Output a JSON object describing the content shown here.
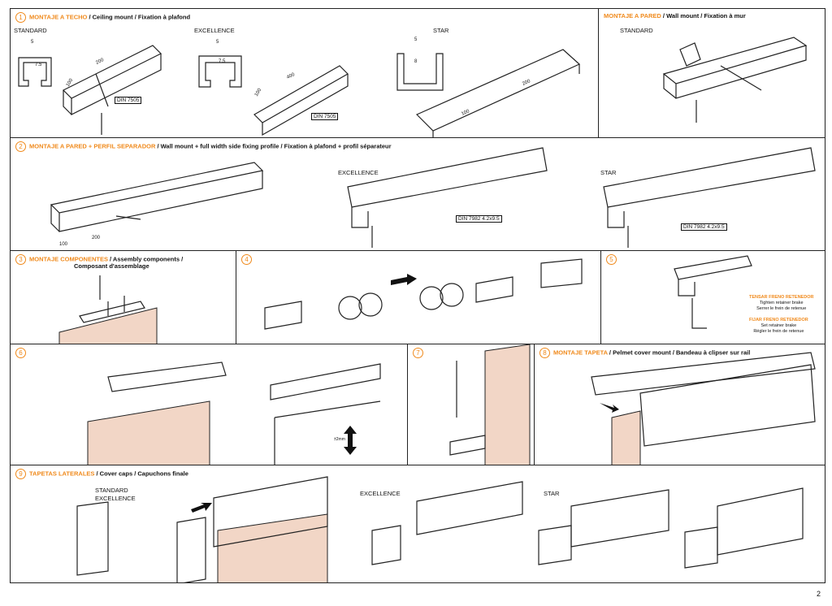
{
  "sections": {
    "s1": {
      "num": "1",
      "orange": "MONTAJE A TECHO",
      "rest": " / Ceiling mount / Fixation à plafond",
      "labels": {
        "standard": "STANDARD",
        "excellence": "EXCELLENCE",
        "star": "STAR"
      },
      "dims": {
        "d1": "200",
        "d2": "100",
        "d3": "400",
        "d4": "100",
        "d5": "200",
        "d6": "100",
        "s1": "5",
        "s2": "7.5",
        "e1": "5",
        "e2": "7.5",
        "t1": "5",
        "t2": "8"
      },
      "din": "DIN 7505"
    },
    "s1b": {
      "orange": "MONTAJE A PARED",
      "rest": " / Wall mount / Fixation à mur",
      "standard": "STANDARD"
    },
    "s2": {
      "num": "2",
      "orange": "MONTAJE A PARED + PERFIL SEPARADOR",
      "rest": " / Wall mount + full width side fixing profile / Fixation à plafond + profil séparateur",
      "excellence": "EXCELLENCE",
      "star": "STAR",
      "din": "DIN 7982 4.2x9.5",
      "d1": "100",
      "d2": "200"
    },
    "s3": {
      "num": "3",
      "orange": "MONTAJE COMPONENTES",
      "rest": " / Assembly components /",
      "line2": "Composant d'assemblage"
    },
    "s4": {
      "num": "4"
    },
    "s5": {
      "num": "5",
      "tight_o": "TENSAR FRENO RETENEDOR",
      "tight_en": "Tighten retainer brake",
      "tight_fr": "Serrer le frein de retenue",
      "set_o": "FIJAR FRENO RETENEDOR",
      "set_en": "Set retainer brake",
      "set_fr": "Régler le frein de retenue"
    },
    "s6": {
      "num": "6",
      "adj": "±2mm"
    },
    "s7": {
      "num": "7"
    },
    "s8": {
      "num": "8",
      "orange": "MONTAJE TAPETA",
      "rest": " / Pelmet cover mount / Bandeau à clipser sur rail"
    },
    "s9": {
      "num": "9",
      "orange": "TAPETAS LATERALES",
      "rest": " / Cover caps / Capuchons finale",
      "standard": "STANDARD",
      "excellence_a": "EXCELLENCE",
      "excellence_b": "EXCELLENCE",
      "star": "STAR"
    }
  },
  "page_number": "2"
}
